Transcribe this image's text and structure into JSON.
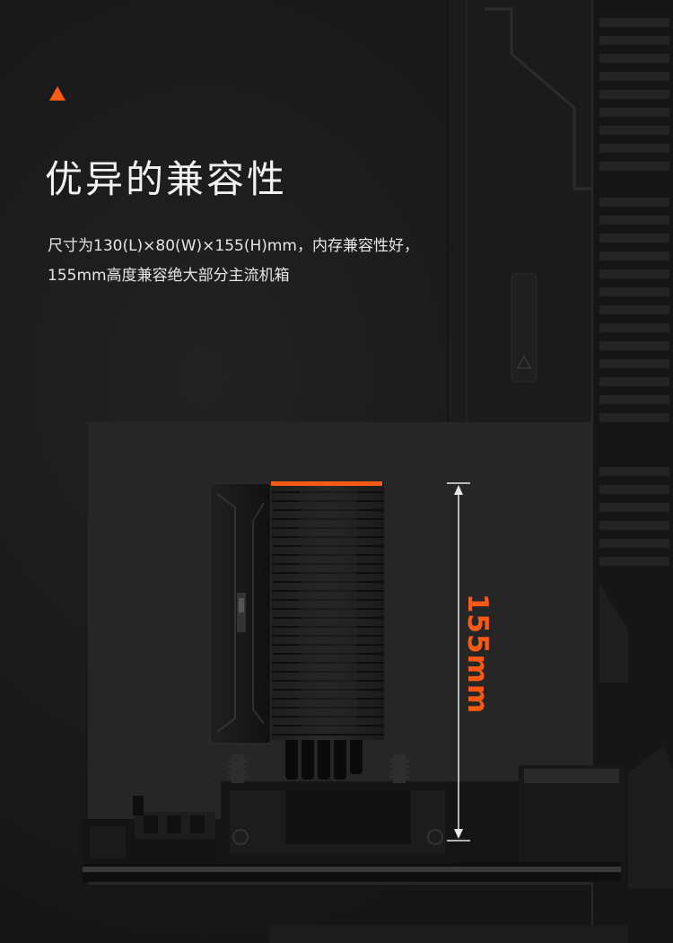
{
  "section": {
    "marker_icon": "orange-triangle-icon",
    "title": "优异的兼容性",
    "description_line1": "尺寸为130(L)×80(W)×155(H)mm，内存兼容性好，",
    "description_line2": "155mm高度兼容绝大部分主流机箱"
  },
  "diagram": {
    "height_label": "155mm",
    "accent_color": "#ff5a14"
  }
}
